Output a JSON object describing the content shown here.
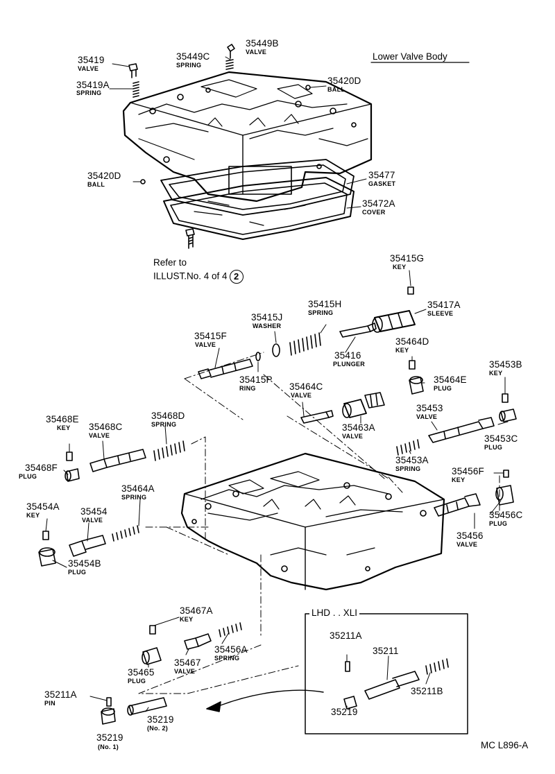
{
  "title": "Lower Valve Body",
  "drawing_code": "MC L896-A",
  "inset_title": "LHD . . XLI",
  "refer_note": {
    "line1": "Refer to",
    "line2": "ILLUST.No. 4 of 4",
    "circled": "2"
  },
  "parts": {
    "p35419": {
      "num": "35419",
      "name": "VALVE"
    },
    "p35419A": {
      "num": "35419A",
      "name": "SPRING"
    },
    "p35449C": {
      "num": "35449C",
      "name": "SPRING"
    },
    "p35449B": {
      "num": "35449B",
      "name": "VALVE"
    },
    "p35420D1": {
      "num": "35420D",
      "name": "BALL"
    },
    "p35420D2": {
      "num": "35420D",
      "name": "BALL"
    },
    "p35477": {
      "num": "35477",
      "name": "GASKET"
    },
    "p35472A": {
      "num": "35472A",
      "name": "COVER"
    },
    "p35415G": {
      "num": "35415G",
      "name": "KEY"
    },
    "p35415H": {
      "num": "35415H",
      "name": "SPRING"
    },
    "p35417A": {
      "num": "35417A",
      "name": "SLEEVE"
    },
    "p35415J": {
      "num": "35415J",
      "name": "WASHER"
    },
    "p35415F": {
      "num": "35415F",
      "name": "VALVE"
    },
    "p35416": {
      "num": "35416",
      "name": "PLUNGER"
    },
    "p35464D": {
      "num": "35464D",
      "name": "KEY"
    },
    "p35415P": {
      "num": "35415P",
      "name": "RING"
    },
    "p35453B": {
      "num": "35453B",
      "name": "KEY"
    },
    "p35464E": {
      "num": "35464E",
      "name": "PLUG"
    },
    "p35464C": {
      "num": "35464C",
      "name": "VALVE"
    },
    "p35453": {
      "num": "35453",
      "name": "VALVE"
    },
    "p35468E": {
      "num": "35468E",
      "name": "KEY"
    },
    "p35468C": {
      "num": "35468C",
      "name": "VALVE"
    },
    "p35468D": {
      "num": "35468D",
      "name": "SPRING"
    },
    "p35463A": {
      "num": "35463A",
      "name": "VALVE"
    },
    "p35453C": {
      "num": "35453C",
      "name": "PLUG"
    },
    "p35468F": {
      "num": "35468F",
      "name": "PLUG"
    },
    "p35453A": {
      "num": "35453A",
      "name": "SPRING"
    },
    "p35456F": {
      "num": "35456F",
      "name": "KEY"
    },
    "p35464A": {
      "num": "35464A",
      "name": "SPRING"
    },
    "p35454A": {
      "num": "35454A",
      "name": "KEY"
    },
    "p35454": {
      "num": "35454",
      "name": "VALVE"
    },
    "p35456C": {
      "num": "35456C",
      "name": "PLUG"
    },
    "p35456": {
      "num": "35456",
      "name": "VALVE"
    },
    "p35454B": {
      "num": "35454B",
      "name": "PLUG"
    },
    "p35467A": {
      "num": "35467A",
      "name": "KEY"
    },
    "p35456A": {
      "num": "35456A",
      "name": "SPRING"
    },
    "p35467": {
      "num": "35467",
      "name": "VALVE"
    },
    "p35465": {
      "num": "35465",
      "name": "PLUG"
    },
    "p35211A": {
      "num": "35211A",
      "name": "PIN"
    },
    "p35219": {
      "num": "35219",
      "name": "(No. 2)"
    },
    "p35219n1": {
      "num": "35219",
      "name": "(No. 1)"
    },
    "i35211A": {
      "num": "35211A"
    },
    "i35211": {
      "num": "35211"
    },
    "i35211B": {
      "num": "35211B"
    },
    "i35219": {
      "num": "35219"
    }
  }
}
